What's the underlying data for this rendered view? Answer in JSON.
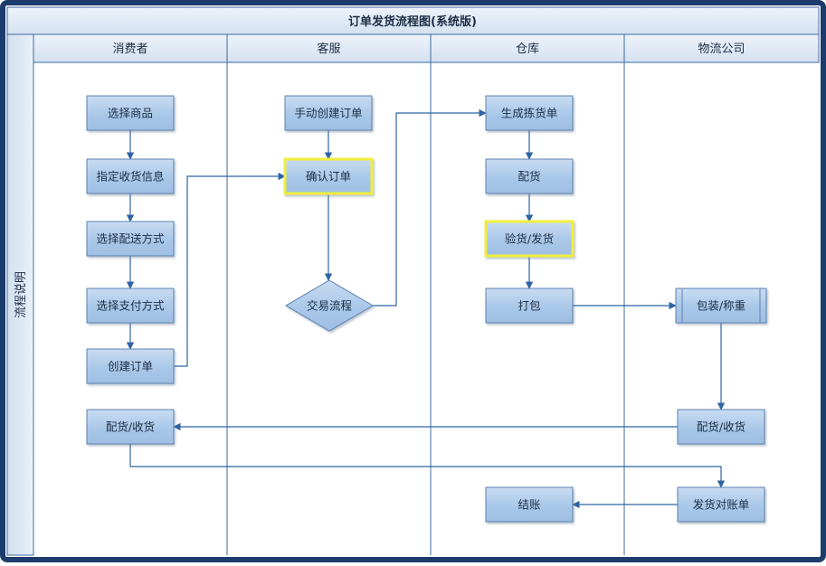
{
  "title": "订单发货流程图(系统版)",
  "side_label": "流程说明",
  "lanes": [
    {
      "id": "consumer",
      "label": "消费者"
    },
    {
      "id": "service",
      "label": "客服"
    },
    {
      "id": "warehouse",
      "label": "仓库"
    },
    {
      "id": "logistics",
      "label": "物流公司"
    }
  ],
  "nodes": [
    {
      "id": "select-goods",
      "lane": "consumer",
      "label": "选择商品",
      "shape": "process"
    },
    {
      "id": "specify-receive-info",
      "lane": "consumer",
      "label": "指定收货信息",
      "shape": "process"
    },
    {
      "id": "select-delivery",
      "lane": "consumer",
      "label": "选择配送方式",
      "shape": "process"
    },
    {
      "id": "select-payment",
      "lane": "consumer",
      "label": "选择支付方式",
      "shape": "process"
    },
    {
      "id": "create-order",
      "lane": "consumer",
      "label": "创建订单",
      "shape": "process"
    },
    {
      "id": "consumer-receive",
      "lane": "consumer",
      "label": "配货/收货",
      "shape": "process"
    },
    {
      "id": "manual-create-order",
      "lane": "service",
      "label": "手动创建订单",
      "shape": "process"
    },
    {
      "id": "confirm-order",
      "lane": "service",
      "label": "确认订单",
      "shape": "process",
      "highlight": true
    },
    {
      "id": "trade-flow",
      "lane": "service",
      "label": "交易流程",
      "shape": "decision"
    },
    {
      "id": "generate-picklist",
      "lane": "warehouse",
      "label": "生成拣货单",
      "shape": "process"
    },
    {
      "id": "allocate",
      "lane": "warehouse",
      "label": "配货",
      "shape": "process"
    },
    {
      "id": "inspect-ship",
      "lane": "warehouse",
      "label": "验货/发货",
      "shape": "process",
      "highlight": true
    },
    {
      "id": "pack",
      "lane": "warehouse",
      "label": "打包",
      "shape": "process"
    },
    {
      "id": "settle",
      "lane": "warehouse",
      "label": "结账",
      "shape": "process"
    },
    {
      "id": "package-weigh",
      "lane": "logistics",
      "label": "包装/称重",
      "shape": "subprocess"
    },
    {
      "id": "logistics-receive",
      "lane": "logistics",
      "label": "配货/收货",
      "shape": "process"
    },
    {
      "id": "shipping-statement",
      "lane": "logistics",
      "label": "发货对账单",
      "shape": "process"
    }
  ],
  "edges": [
    {
      "from": "select-goods",
      "to": "specify-receive-info"
    },
    {
      "from": "specify-receive-info",
      "to": "select-delivery"
    },
    {
      "from": "select-delivery",
      "to": "select-payment"
    },
    {
      "from": "select-payment",
      "to": "create-order"
    },
    {
      "from": "create-order",
      "to": "confirm-order"
    },
    {
      "from": "manual-create-order",
      "to": "confirm-order"
    },
    {
      "from": "confirm-order",
      "to": "trade-flow"
    },
    {
      "from": "trade-flow",
      "to": "generate-picklist"
    },
    {
      "from": "generate-picklist",
      "to": "allocate"
    },
    {
      "from": "allocate",
      "to": "inspect-ship"
    },
    {
      "from": "inspect-ship",
      "to": "pack"
    },
    {
      "from": "pack",
      "to": "package-weigh"
    },
    {
      "from": "package-weigh",
      "to": "logistics-receive"
    },
    {
      "from": "logistics-receive",
      "to": "consumer-receive"
    },
    {
      "from": "consumer-receive",
      "to": "shipping-statement"
    },
    {
      "from": "shipping-statement",
      "to": "settle"
    }
  ],
  "colors": {
    "frame": "#1d3c6e",
    "header_fill": "#dde8f5",
    "lane_line": "#3f6a9c",
    "node_fill": "#aecbea",
    "node_stroke": "#5c82b1",
    "highlight_stroke": "#f0ee3c",
    "arrow": "#2f64a3",
    "text": "#1c2e45"
  }
}
